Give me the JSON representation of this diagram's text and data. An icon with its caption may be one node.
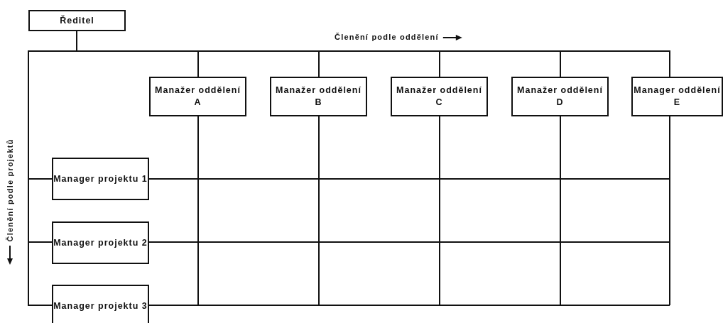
{
  "diagram": {
    "nodes": [
      {
        "text": [
          "Ředitel"
        ]
      },
      {
        "text": [
          "Manažer oddělení A"
        ]
      },
      {
        "text": [
          "Manažer oddělení B"
        ]
      },
      {
        "text": [
          "Manažer oddělení C"
        ]
      },
      {
        "text": [
          "Manažer oddělení D"
        ]
      },
      {
        "text": [
          "Manager oddělení E"
        ]
      },
      {
        "text": [
          "Manager projektu 1"
        ]
      },
      {
        "text": [
          "Manager projektu 2"
        ]
      },
      {
        "text": [
          "Manager projektu 3"
        ]
      }
    ],
    "edges": [
      {
        "from": 0,
        "to": 1,
        "arrow": "none"
      },
      {
        "from": 0,
        "to": 2,
        "arrow": "none"
      },
      {
        "from": 0,
        "to": 3,
        "arrow": "none"
      },
      {
        "from": 0,
        "to": 4,
        "arrow": "none"
      },
      {
        "from": 0,
        "to": 5,
        "arrow": "none"
      },
      {
        "from": 0,
        "to": 6,
        "arrow": "none"
      },
      {
        "from": 0,
        "to": 7,
        "arrow": "none"
      },
      {
        "from": 0,
        "to": 8,
        "arrow": "none"
      },
      {
        "from": 1,
        "to": null,
        "arrow": "none"
      },
      {
        "from": 2,
        "to": null,
        "arrow": "none"
      },
      {
        "from": 3,
        "to": null,
        "arrow": "none"
      },
      {
        "from": 4,
        "to": null,
        "arrow": "none"
      },
      {
        "from": 5,
        "to": null,
        "arrow": "none"
      },
      {
        "from": 6,
        "to": null,
        "arrow": "none"
      },
      {
        "from": 7,
        "to": null,
        "arrow": "none"
      },
      {
        "from": 8,
        "to": null,
        "arrow": "none"
      }
    ],
    "labels": [
      "Členění podle oddělení",
      "Členění podle projektů"
    ]
  }
}
